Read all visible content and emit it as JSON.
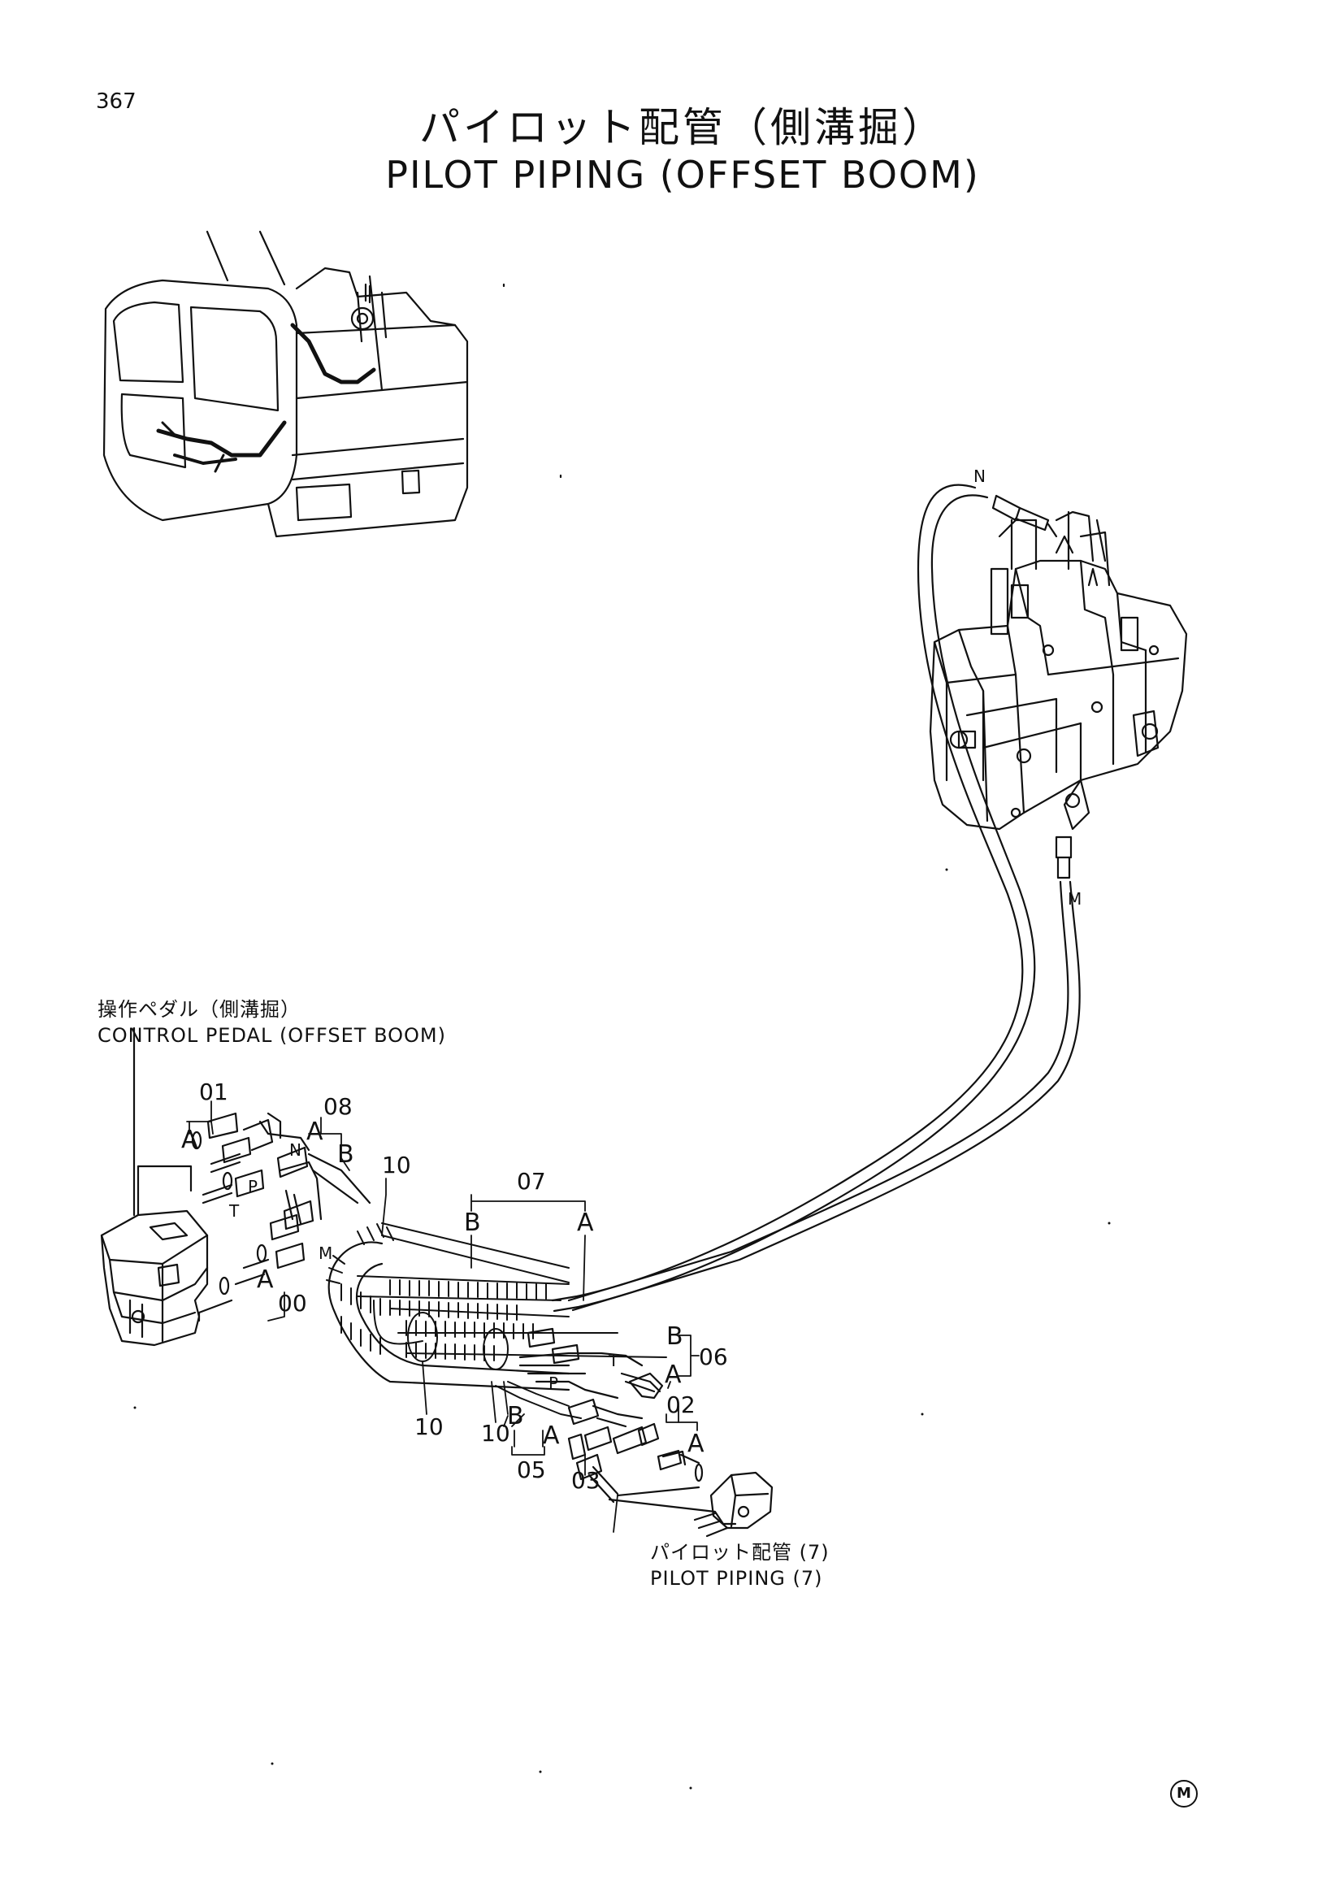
{
  "page": {
    "number": "367"
  },
  "title": {
    "ja": "パイロット配管（側溝掘）",
    "en": "PILOT PIPING (OFFSET BOOM)"
  },
  "callouts": {
    "control_pedal_ja": "操作ペダル（側溝掘）",
    "control_pedal_en": "CONTROL PEDAL (OFFSET BOOM)",
    "pilot_piping_ja": "パイロット配管 (7)",
    "pilot_piping_en": "PILOT PIPING (7)"
  },
  "parts": {
    "p01": "01",
    "p08": "08",
    "p10a": "10",
    "p07": "07",
    "p00": "00",
    "p06": "06",
    "p02": "02",
    "p10b": "10",
    "p10c": "10",
    "p05": "05",
    "p03": "03"
  },
  "ports": {
    "N_top": "N",
    "M_valve": "M",
    "A_01": "A",
    "A_08": "A",
    "B_08": "B",
    "N_small": "N",
    "P_small": "P",
    "T_small": "T",
    "M_small": "M",
    "A_00": "A",
    "B_07": "B",
    "A_07": "A",
    "B_06": "B",
    "T_06": "T",
    "A_06": "A",
    "P_05": "P",
    "B_05": "B",
    "A_05": "A",
    "A_02": "A"
  },
  "marks": {
    "manufacturer": "M"
  }
}
